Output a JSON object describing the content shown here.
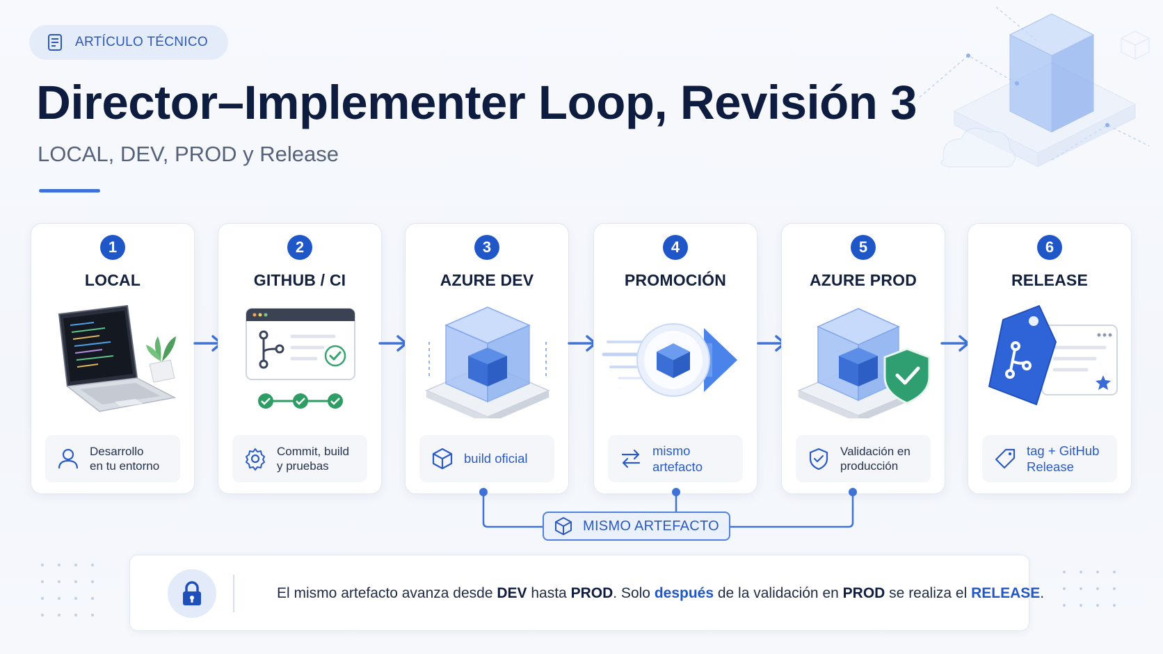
{
  "badge": {
    "label": "ARTÍCULO TÉCNICO",
    "icon": "document-icon"
  },
  "header": {
    "title": "Director–Implementer Loop, Revisión 3",
    "subtitle": "LOCAL, DEV, PROD y Release"
  },
  "steps": [
    {
      "number": "1",
      "title": "LOCAL",
      "foot_icon": "user-icon",
      "foot_line1": "Desarrollo",
      "foot_line2": "en tu entorno"
    },
    {
      "number": "2",
      "title": "GITHUB / CI",
      "foot_icon": "gear-icon",
      "foot_line1": "Commit, build",
      "foot_line2": "y pruebas"
    },
    {
      "number": "3",
      "title": "AZURE DEV",
      "foot_icon": "cube-icon",
      "foot_line1": "build oficial",
      "foot_line2": ""
    },
    {
      "number": "4",
      "title": "PROMOCIÓN",
      "foot_icon": "swap-arrows-icon",
      "foot_line1": "mismo artefacto",
      "foot_line2": ""
    },
    {
      "number": "5",
      "title": "AZURE PROD",
      "foot_icon": "shield-check-icon",
      "foot_line1": "Validación en",
      "foot_line2": "producción"
    },
    {
      "number": "6",
      "title": "RELEASE",
      "foot_icon": "tag-icon",
      "foot_line1": "tag + GitHub",
      "foot_line2": "Release"
    }
  ],
  "connector": {
    "label": "MISMO ARTEFACTO",
    "icon": "cube-icon"
  },
  "note": {
    "icon": "lock-icon",
    "parts": {
      "p1": "El mismo artefacto avanza desde ",
      "dev": "DEV",
      "p2": " hasta ",
      "prod": "PROD",
      "p3": ". Solo ",
      "despues": "después",
      "p4": " de la validación en ",
      "prod2": "PROD",
      "p5": " se realiza el ",
      "release": "RELEASE",
      "p6": "."
    }
  },
  "colors": {
    "accent": "#1f57c9",
    "title": "#0e1d3f",
    "success": "#27a36b",
    "badge_bg": "#e4ecfa"
  }
}
